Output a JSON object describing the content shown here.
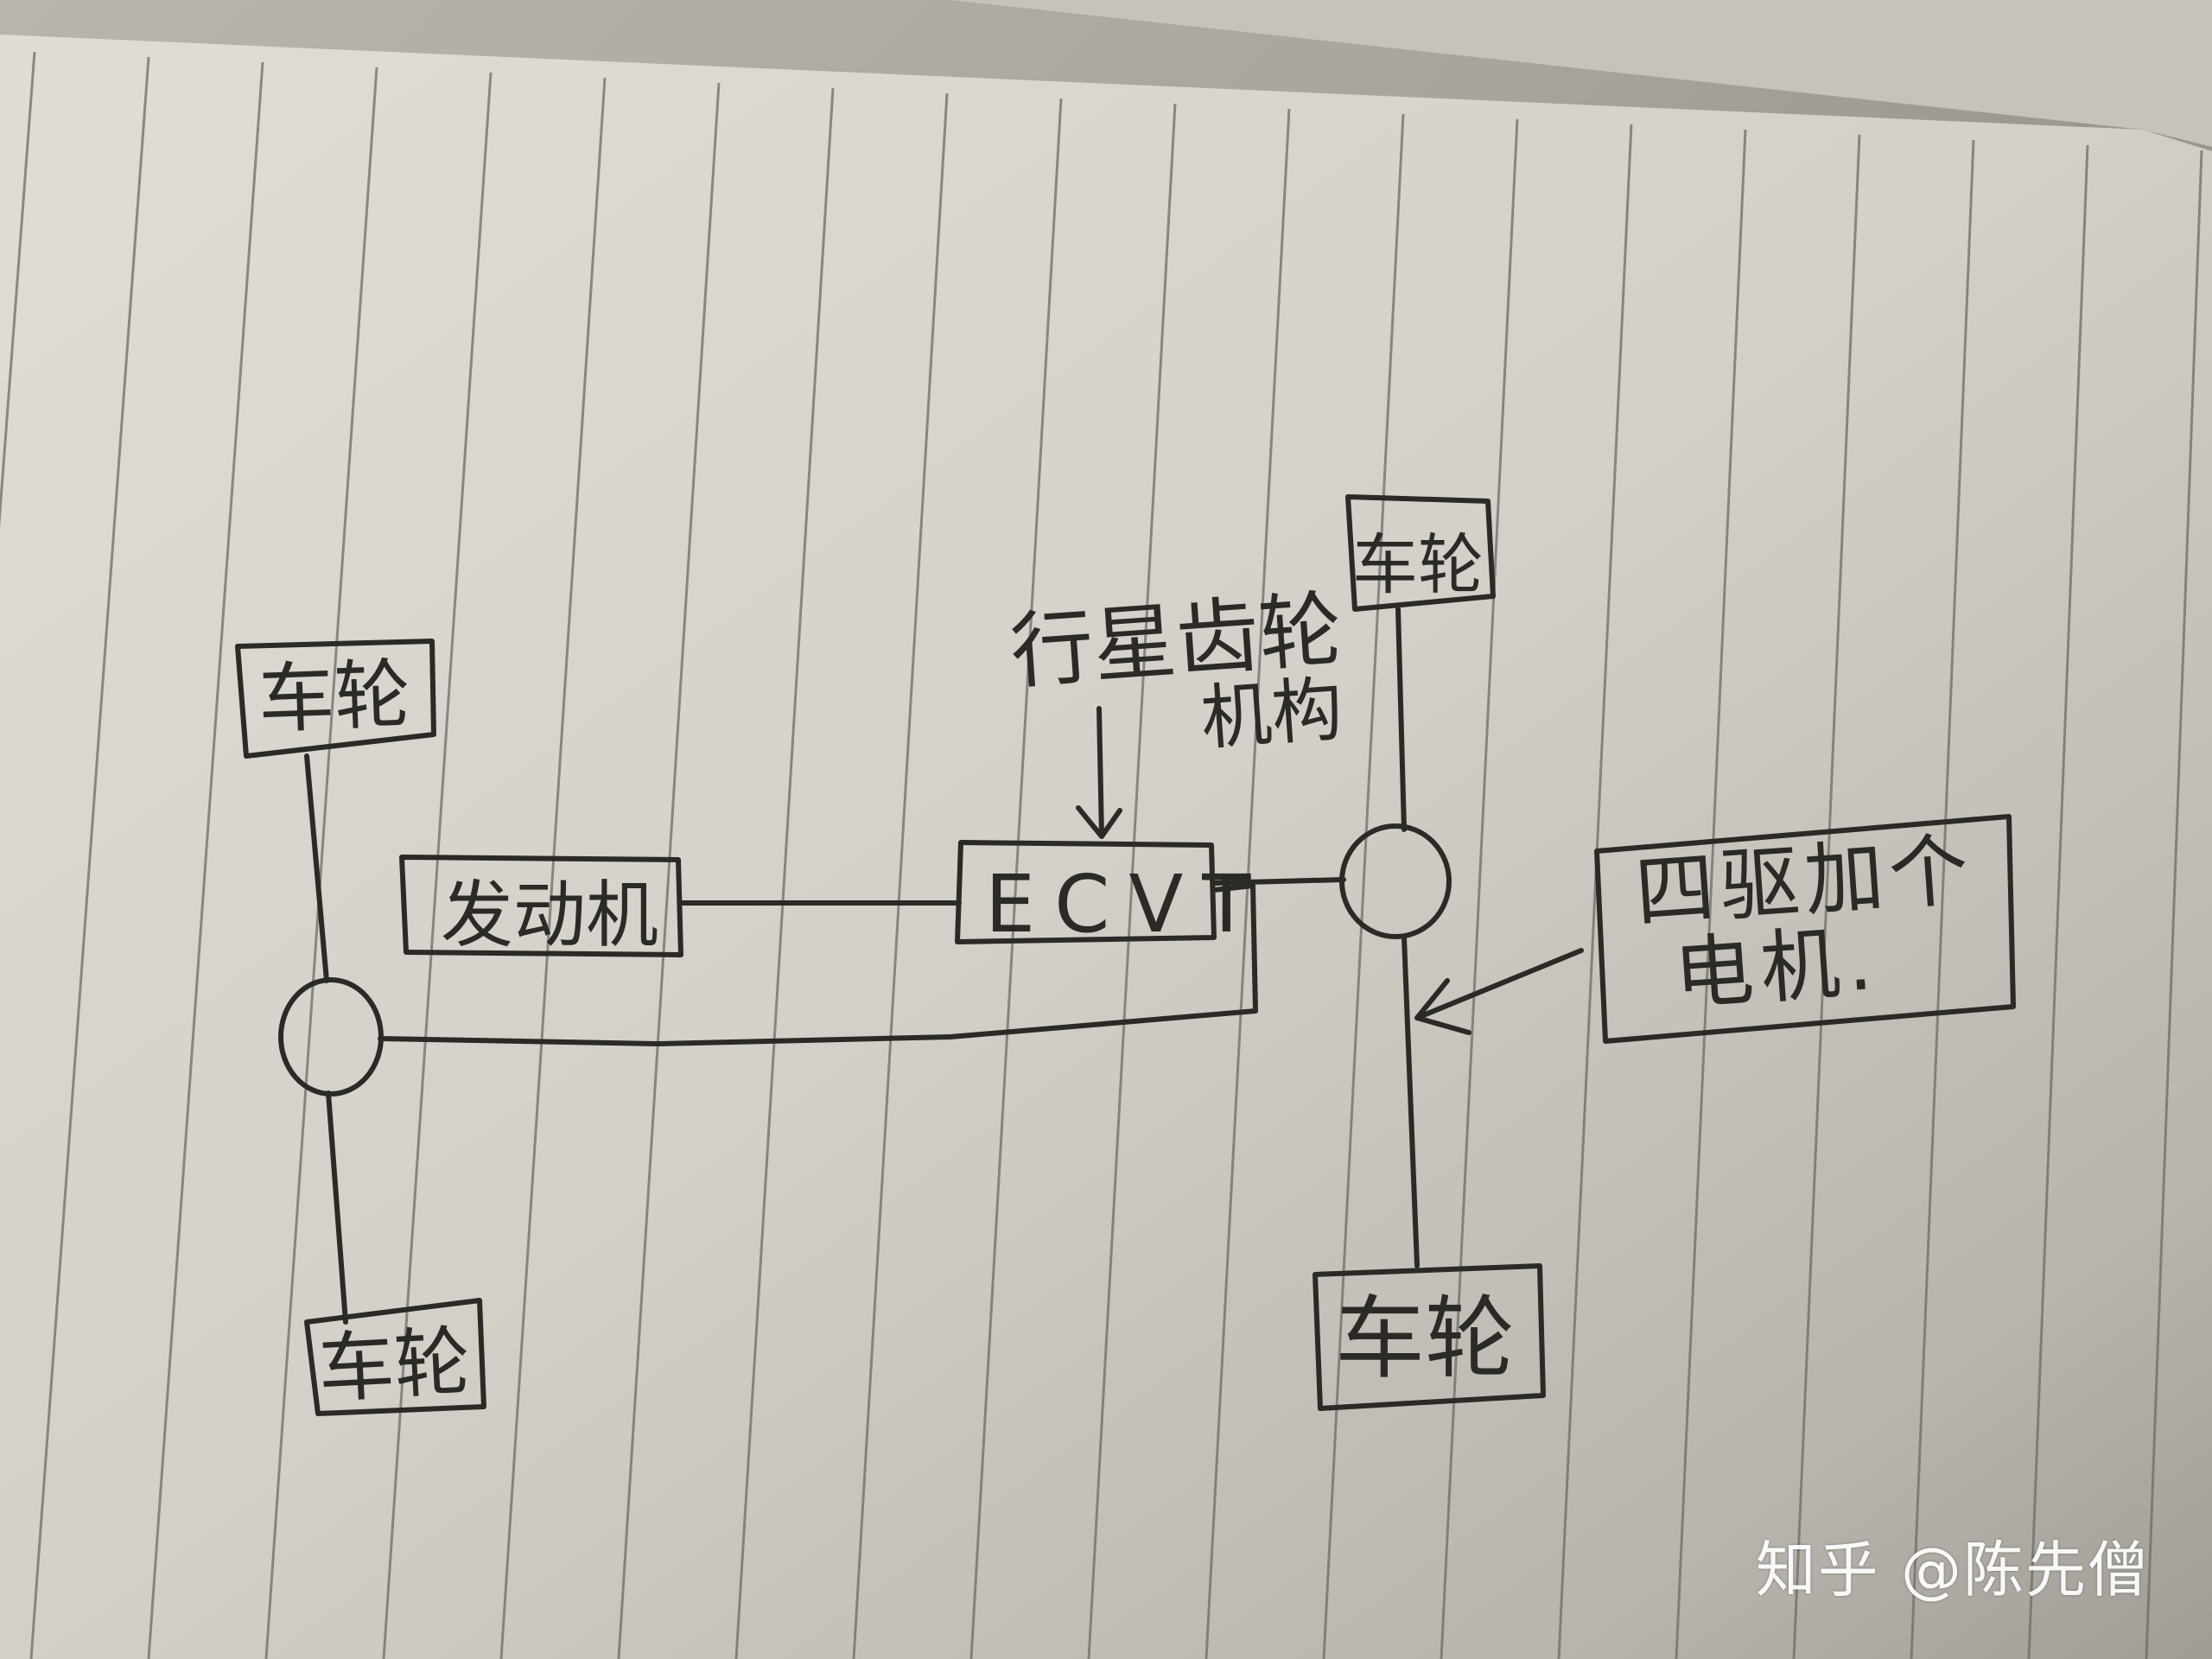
{
  "colors": {
    "paper": "#d7d3cc",
    "ink": "#2b2a27",
    "ruling": "#6e6c69",
    "watermark": "#ffffff"
  },
  "diagram": {
    "wheel_left_top": "车轮",
    "wheel_left_bottom": "车轮",
    "wheel_right_top": "车轮",
    "wheel_right_bottom": "车轮",
    "engine": "发动机",
    "ecvt": "ECVT",
    "planetary_label_line1": "行星齿轮",
    "planetary_label_line2": "机构",
    "motor_line1": "四驱加个",
    "motor_line2": "电机."
  },
  "watermark": {
    "text": "知乎 @陈先僧"
  }
}
